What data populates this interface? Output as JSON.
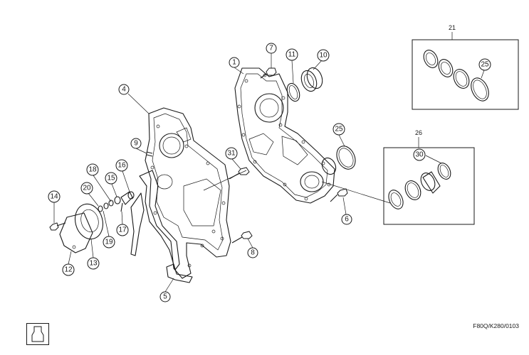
{
  "diagram": {
    "callouts": [
      "1",
      "4",
      "5",
      "6",
      "7",
      "8",
      "9",
      "10",
      "11",
      "12",
      "13",
      "14",
      "15",
      "16",
      "17",
      "18",
      "19",
      "20",
      "25",
      "25",
      "30",
      "31"
    ],
    "box_labels": [
      "21",
      "26"
    ],
    "drawing_code": "F80Q/K280/0103"
  },
  "icons": {
    "view_symbol": "component-view-icon"
  }
}
